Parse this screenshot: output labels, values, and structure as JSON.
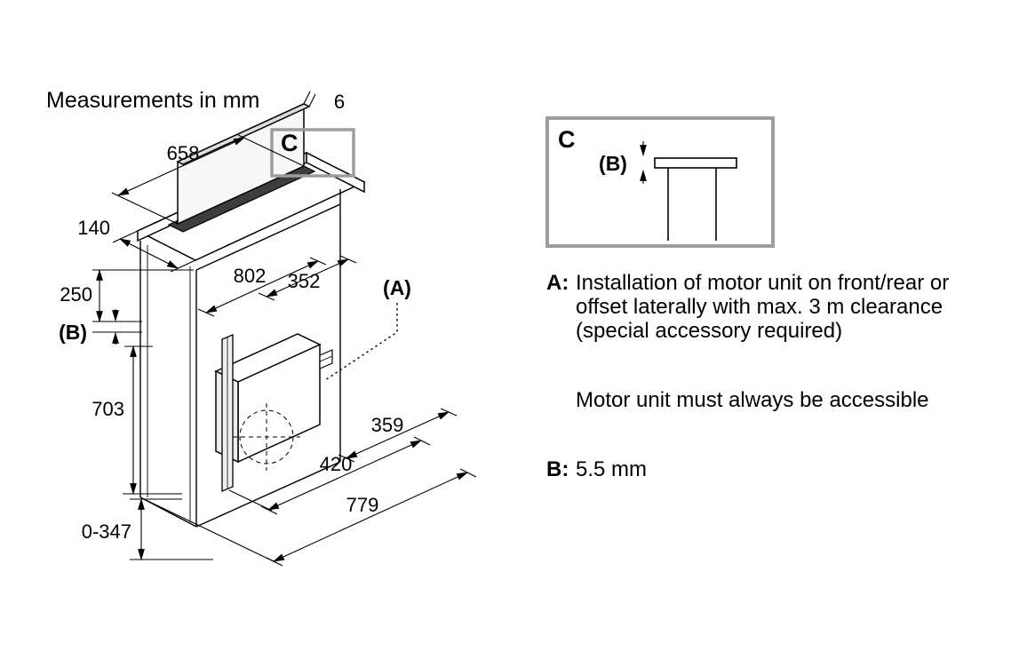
{
  "title": "Measurements in mm",
  "drawing": {
    "dim_658": "658",
    "dim_6": "6",
    "dim_140": "140",
    "dim_250": "250",
    "dim_b_ref": "(B)",
    "dim_703": "703",
    "dim_0_347": "0-347",
    "dim_802": "802",
    "dim_352": "352",
    "dim_a_ref": "(A)",
    "dim_359": "359",
    "dim_420": "420",
    "dim_779": "779",
    "callout_c": "C"
  },
  "detail_c": {
    "label": "C",
    "dim_b_ref": "(B)"
  },
  "notes": {
    "a_key": "A:",
    "a_line1": "Installation of motor unit on front/rear or",
    "a_line2": "offset laterally with max. 3 m clearance",
    "a_line3": "(special accessory required)",
    "accessibility": "Motor unit must always be accessible",
    "b_key": "B:",
    "b_value": "5.5 mm"
  },
  "colors": {
    "callout_border": "#9d9d9d",
    "line": "#000000"
  }
}
